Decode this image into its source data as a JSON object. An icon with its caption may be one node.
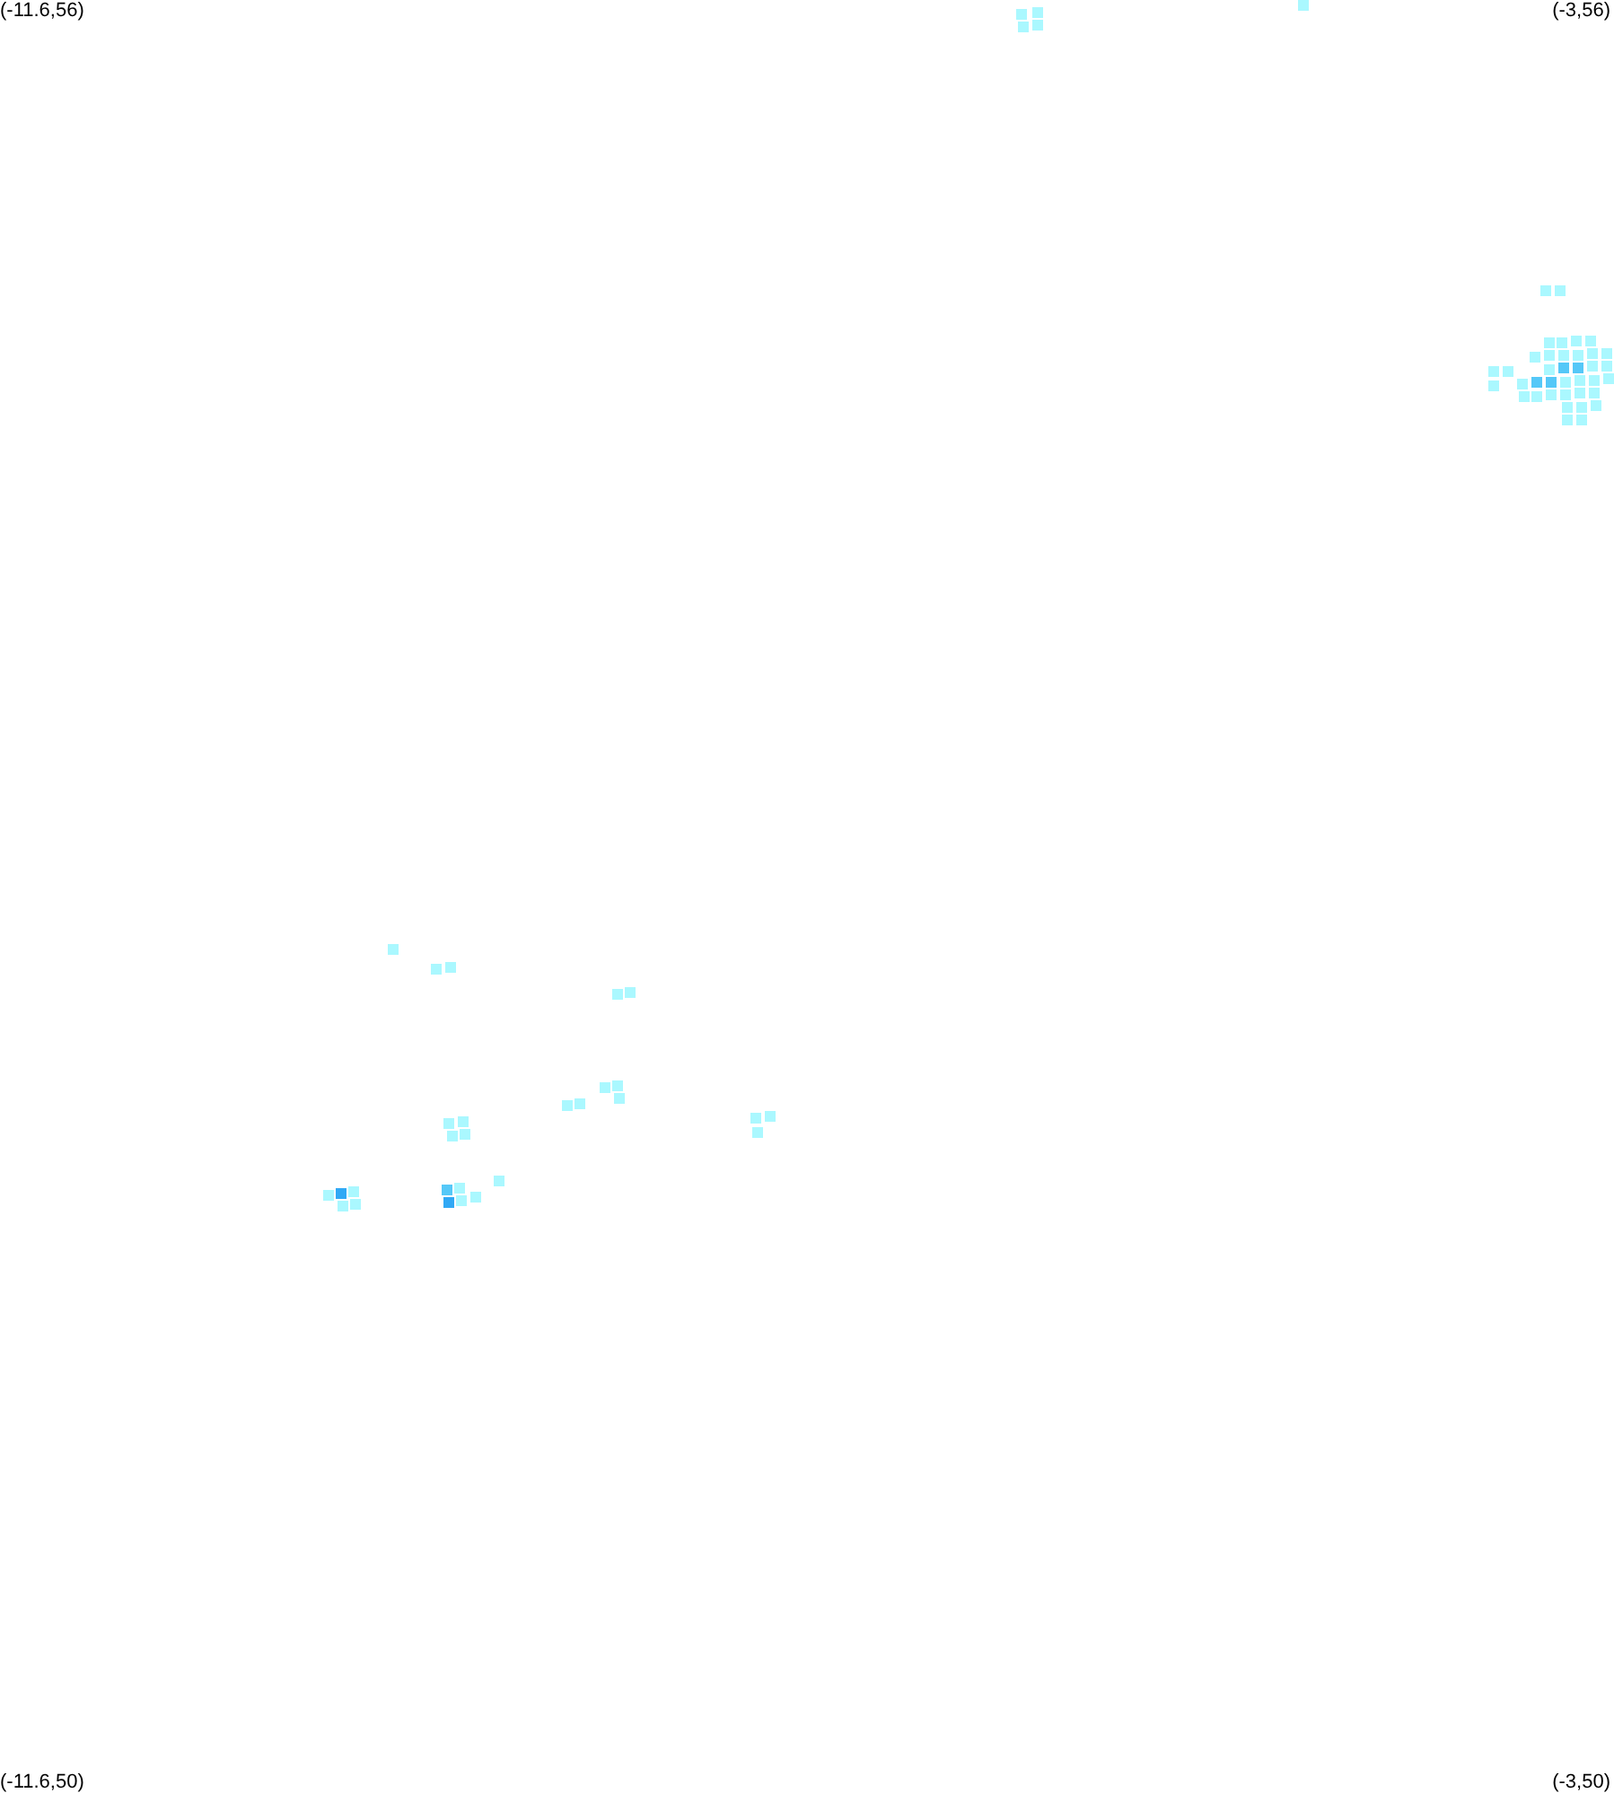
{
  "diagram": {
    "labels": [
      "(-11.6,56)",
      "(-3,56)",
      "(-11.6,50)",
      "(-3,50)"
    ]
  }
}
